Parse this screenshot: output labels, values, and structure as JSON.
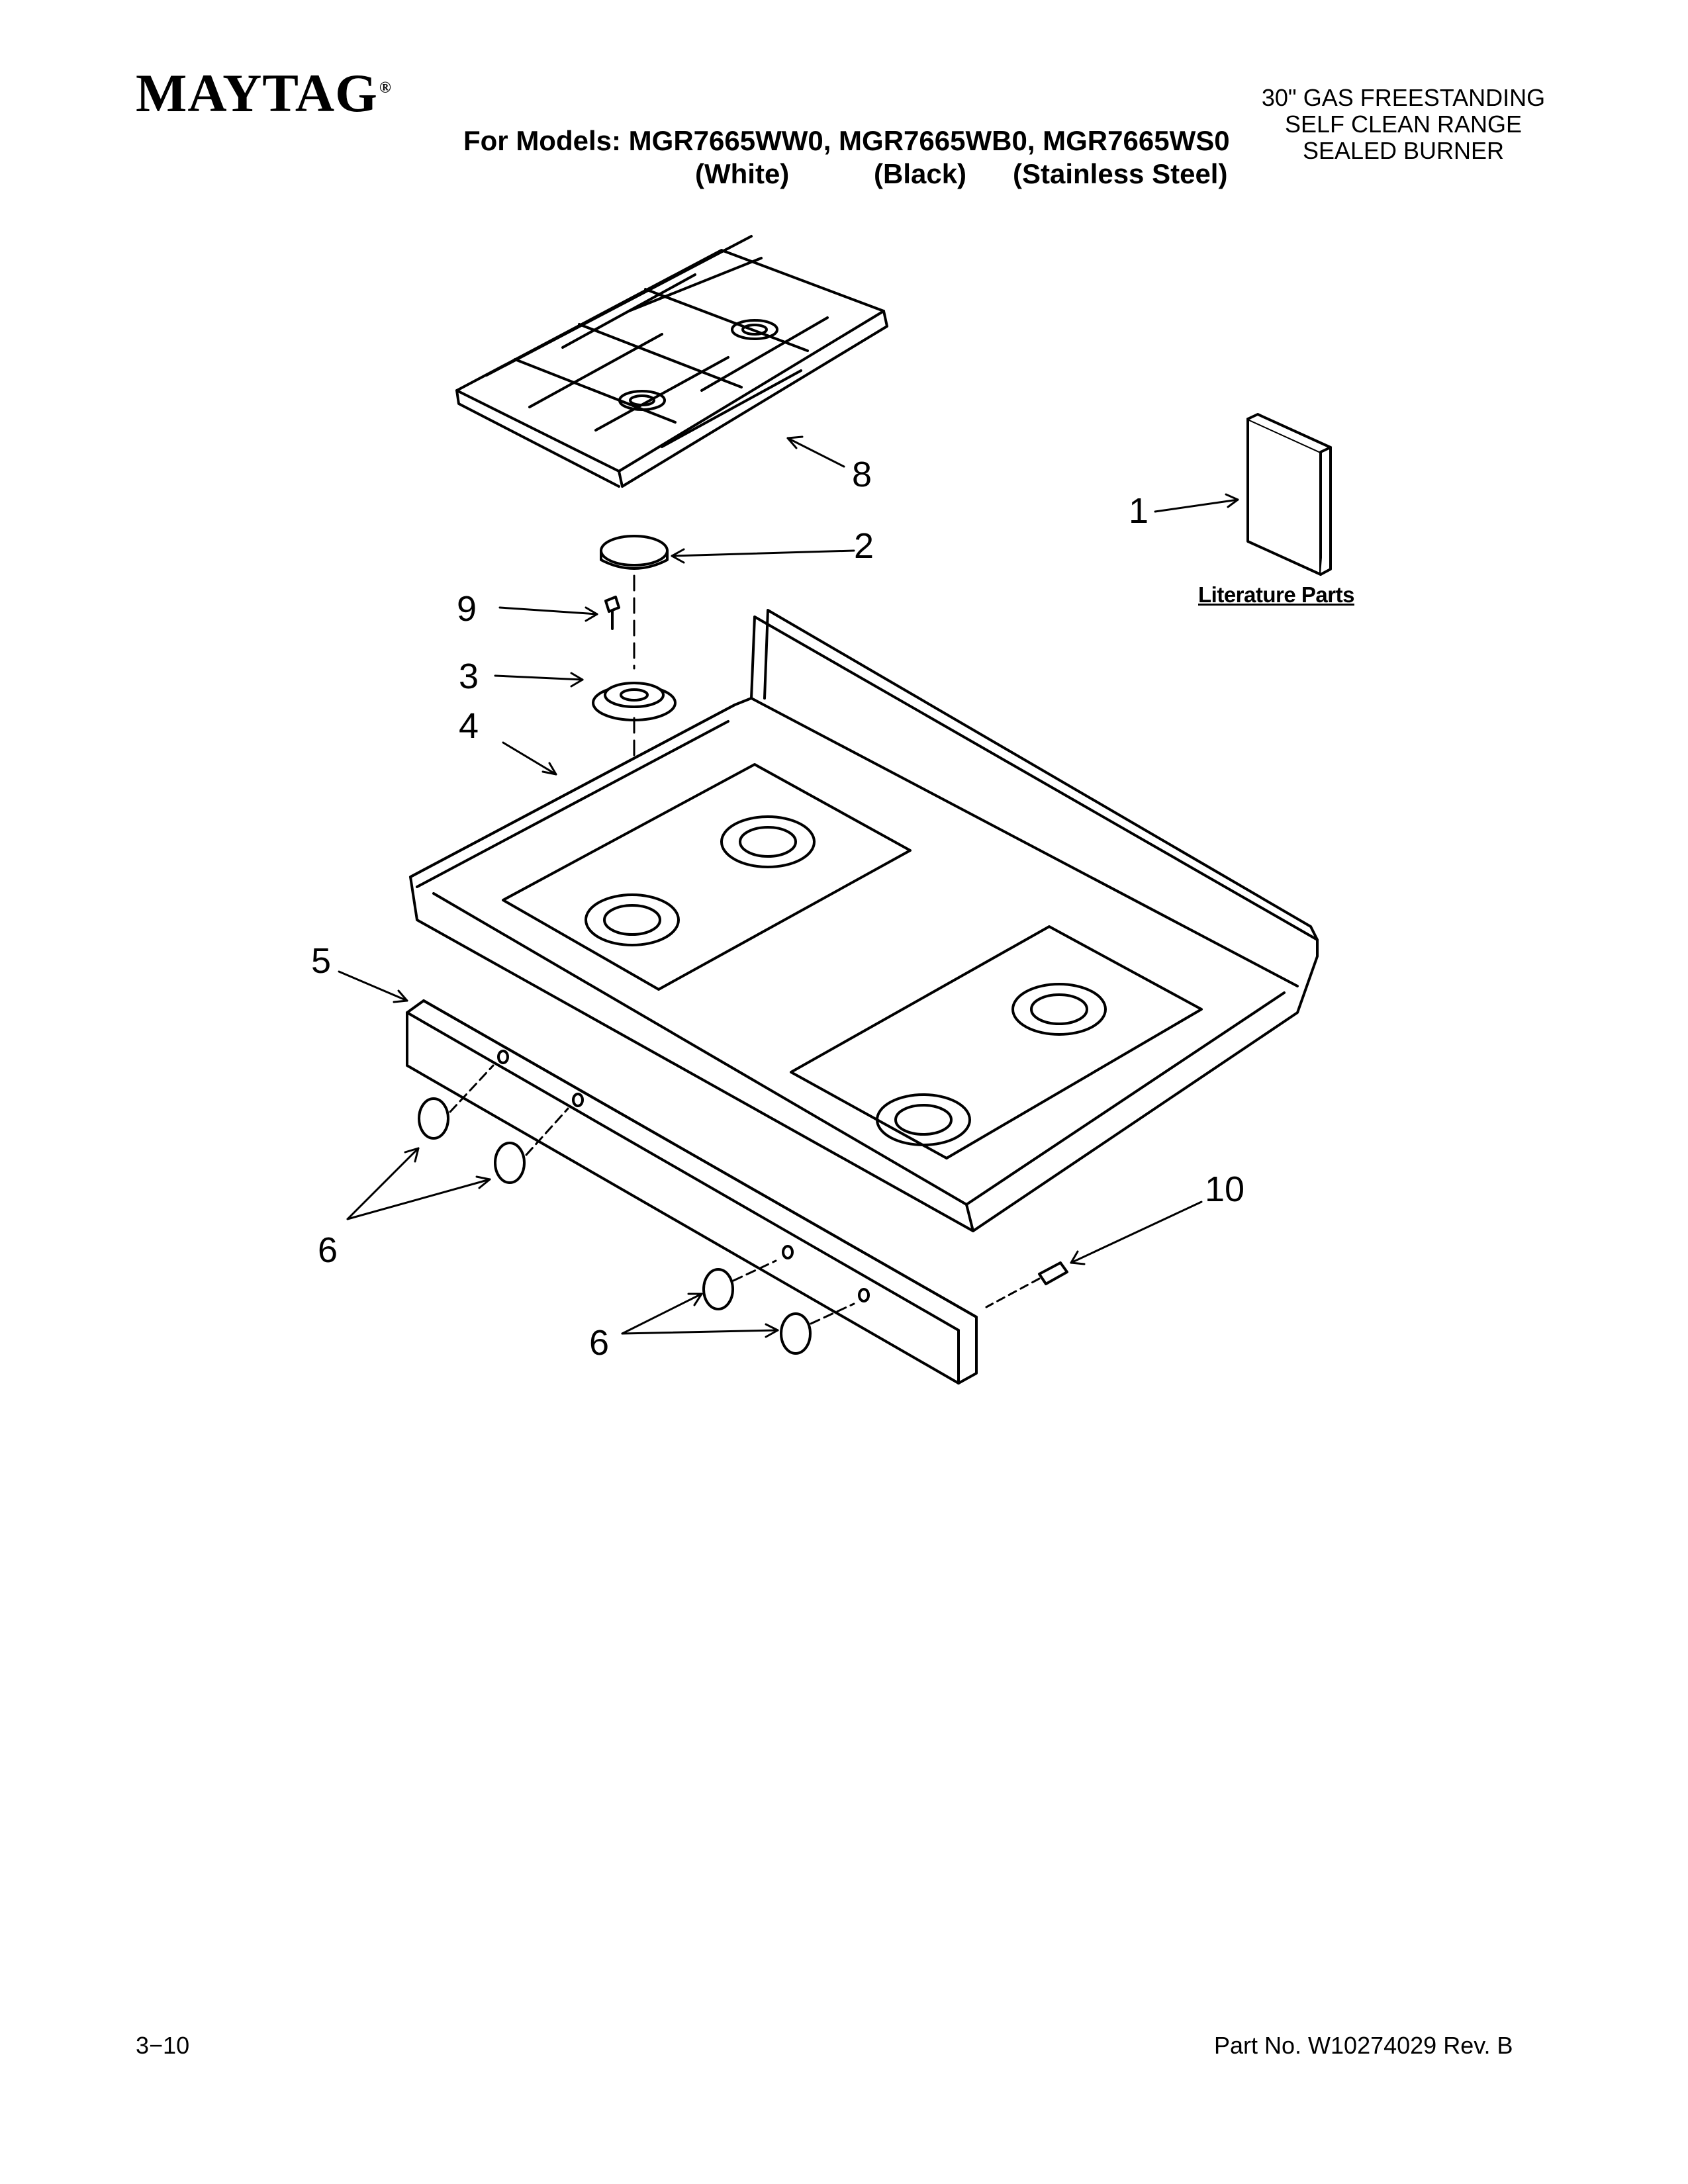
{
  "header": {
    "brand": "MAYTAG",
    "brand_mark": "®",
    "models_line": "For Models: MGR7665WW0, MGR7665WB0, MGR7665WS0",
    "variants": [
      "(White)",
      "(Black)",
      "(Stainless Steel)"
    ],
    "spec_lines": [
      "30\" GAS FREESTANDING",
      "SELF CLEAN RANGE",
      "SEALED BURNER"
    ]
  },
  "diagram": {
    "callouts": [
      "8",
      "2",
      "9",
      "3",
      "4",
      "1",
      "5",
      "6",
      "6",
      "10"
    ],
    "literature_label": "Literature Parts"
  },
  "footer": {
    "page": "3−10",
    "part_no": "Part No. W10274029 Rev. B"
  }
}
